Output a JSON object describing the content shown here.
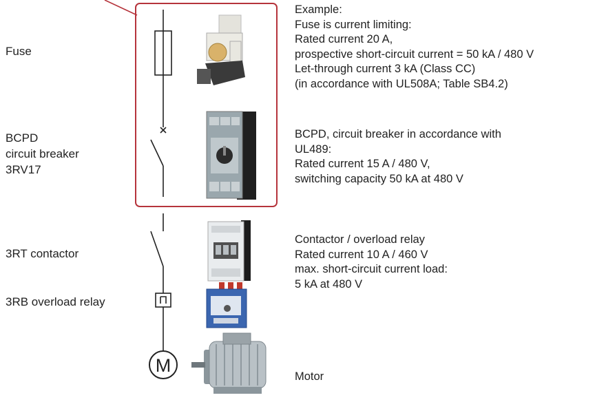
{
  "labels": {
    "fuse": "Fuse",
    "bcpd": [
      "BCPD",
      "circuit breaker",
      "3RV17"
    ],
    "contactor": "3RT contactor",
    "overload": "3RB overload relay"
  },
  "descriptions": {
    "fuse": [
      "Example:",
      "Fuse is current limiting:",
      "Rated current 20 A,",
      "prospective short-circuit current = 50 kA / 480 V",
      "Let-through current 3 kA (Class CC)",
      "(in accordance with UL508A; Table SB4.2)"
    ],
    "bcpd": [
      "BCPD, circuit breaker in accordance with",
      "UL489:",
      "Rated current 15 A / 480 V,",
      "switching capacity 50 kA at 480 V"
    ],
    "contactor": [
      "Contactor / overload relay",
      "Rated current 10 A / 460 V",
      "max. short-circuit current load:",
      "5 kA at 480 V"
    ],
    "motor": [
      "Motor"
    ]
  },
  "motor_symbol": "M",
  "colors": {
    "highlight_box": "#b5333b",
    "line": "#222222"
  },
  "icons": [
    "fuse-photo",
    "circuit-breaker-photo",
    "contactor-photo",
    "overload-relay-photo",
    "motor-photo"
  ]
}
